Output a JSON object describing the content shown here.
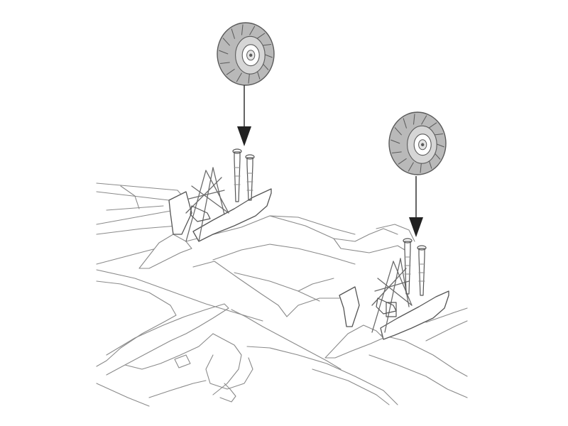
{
  "colors": {
    "background": "#ffffff",
    "outline": "#8a8a8a",
    "tyre": "#b9b9b9",
    "tyre_dark": "#5a5a5a",
    "arrow": "#222222"
  },
  "parts": [
    {
      "name": "main-wheel-left",
      "callout": "arrow-down"
    },
    {
      "name": "main-wheel-right",
      "callout": "arrow-down"
    }
  ]
}
